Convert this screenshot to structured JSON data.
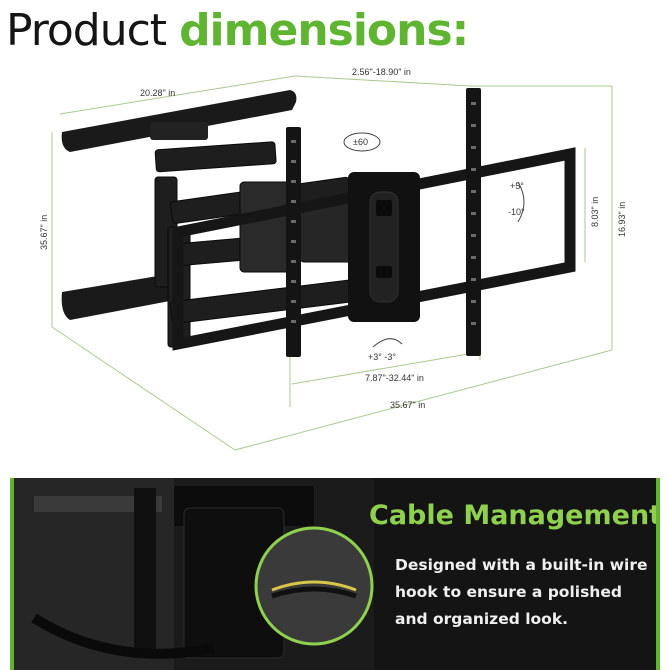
{
  "title": {
    "part1": "Product",
    "part2": "dimensions:"
  },
  "dimensions": {
    "arm_width": "20.28\" in",
    "extension": "2.56\"-18.90\" in",
    "swivel": "±60",
    "tilt_up": "+5°",
    "tilt_down": "-10°",
    "plate_height": "8.03\" in",
    "bracket_height": "16.93\" in",
    "overall_height": "35.67\" in",
    "level_adjust": "+3°  -3°",
    "vesa_width": "7.87\"-32.44\" in",
    "total_width": "35.67\" in"
  },
  "cable_panel": {
    "heading": "Cable Management",
    "description": "Designed with a built-in wire hook to ensure a polished and organized look."
  },
  "colors": {
    "accent": "#5fb532",
    "heading": "#8fd14f",
    "panel": "#141414"
  }
}
